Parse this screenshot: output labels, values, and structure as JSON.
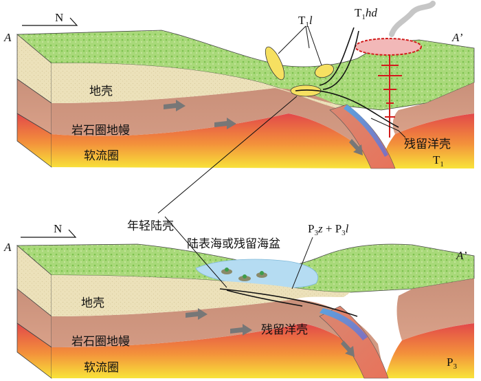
{
  "top": {
    "north": "N",
    "corner_left": "A",
    "corner_right": "A’",
    "crust": "地壳",
    "lithospheric_mantle": "岩石圈地幔",
    "asthenosphere": "软流圈",
    "remnant_oceanic_crust": "残留洋壳",
    "unit_t1l_main": "T",
    "unit_t1l_sub": "1",
    "unit_t1l_tail": "l",
    "unit_t1hd_main": "T",
    "unit_t1hd_sub": "1",
    "unit_t1hd_tail": "hd",
    "age_main": "T",
    "age_sub": "1"
  },
  "bottom": {
    "north": "N",
    "corner_left": "A",
    "corner_right": "A’",
    "young_continental_crust": "年轻陆壳",
    "basin": "陆表海或残留海盆",
    "crust": "地壳",
    "lithospheric_mantle": "岩石圈地幔",
    "asthenosphere": "软流圈",
    "remnant_oceanic_crust": "残留洋壳",
    "units_p1": "P",
    "units_s1": "3",
    "units_t1": "z",
    "units_plus": " + ",
    "units_p2": "P",
    "units_s2": "3",
    "units_t2": "l",
    "age_main": "P",
    "age_sub": "3"
  },
  "colors": {
    "surface_green": "#9fd46a",
    "crust": "#ece0b8",
    "lithospheric_mantle": "#c98f76",
    "asthenosphere_top": "#e45a48",
    "asthenosphere_bottom": "#f7e23a",
    "oceanic_crust": "#5d9bd3",
    "basin_water": "#b5dcf2"
  }
}
